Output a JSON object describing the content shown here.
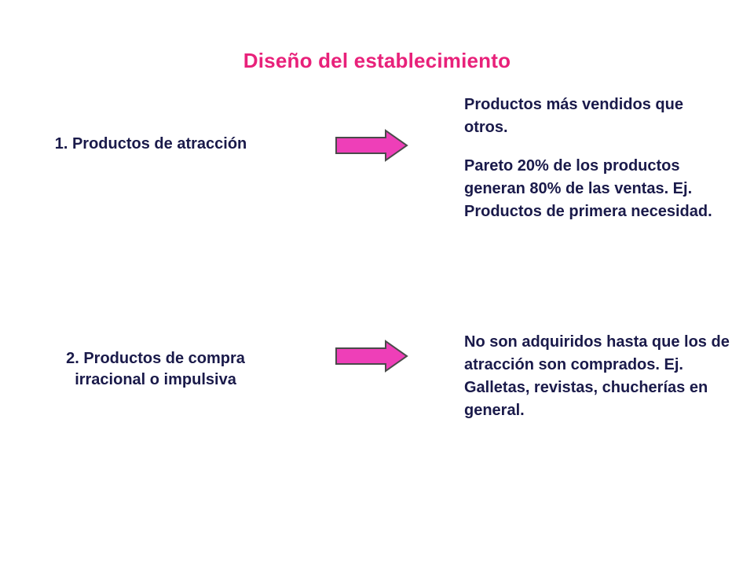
{
  "slide": {
    "title": "Diseño del establecimiento",
    "items": [
      {
        "label": "1.  Productos de atracción",
        "descriptions": [
          "Productos más vendidos que otros.",
          "Pareto 20% de los productos generan 80% de las ventas. Ej. Productos de primera necesidad."
        ]
      },
      {
        "label_line1": "2.  Productos de compra",
        "label_line2": "irracional o impulsiva",
        "descriptions": [
          "No son adquiridos hasta que los de atracción son comprados. Ej. Galletas, revistas, chucherías en general."
        ]
      }
    ],
    "colors": {
      "title": "#e8217a",
      "arrow_fill": "#ee3fb8",
      "arrow_stroke": "#4a4a4a",
      "text": "#1a1a4a"
    }
  }
}
